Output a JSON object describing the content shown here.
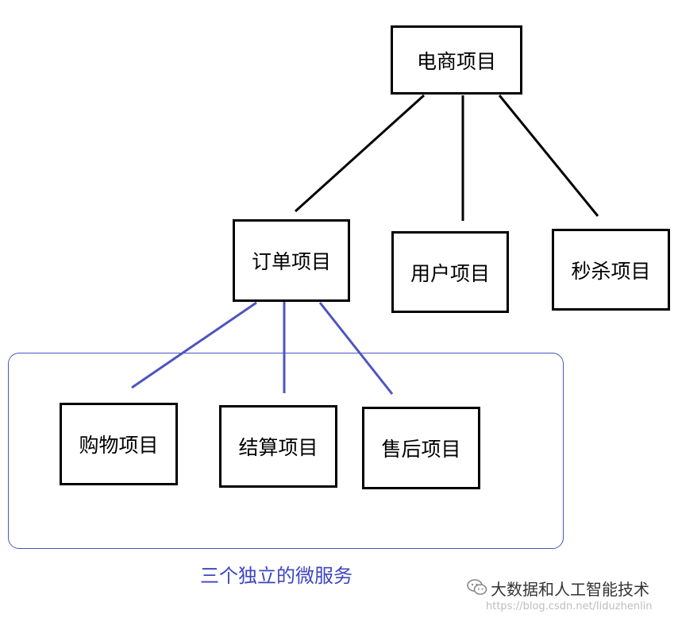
{
  "nodes": {
    "root": "电商项目",
    "order": "订单项目",
    "user": "用户项目",
    "seckill": "秒杀项目",
    "shopping": "购物项目",
    "checkout": "结算项目",
    "aftersale": "售后项目"
  },
  "group_caption": "三个独立的微服务",
  "watermark": {
    "title": "大数据和人工智能技术",
    "url": "https://blog.csdn.net/liduzhenlin"
  },
  "colors": {
    "black_line": "#000000",
    "blue_line": "#4d55c0",
    "caption_text": "#3d45c2"
  }
}
